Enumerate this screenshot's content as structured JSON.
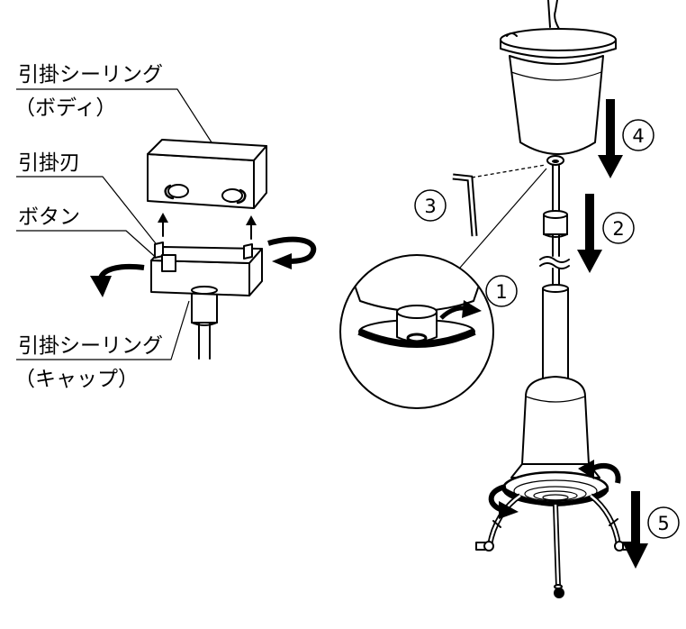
{
  "labels": {
    "ceiling_body": {
      "line1": "引掛シーリング",
      "line2": "（ボディ）"
    },
    "hook_blade": "引掛刃",
    "button": "ボタン",
    "ceiling_cap": {
      "line1": "引掛シーリング",
      "line2": "（キャップ）"
    }
  },
  "steps": [
    "1",
    "2",
    "3",
    "4",
    "5"
  ],
  "colors": {
    "ink": "#000000",
    "paper": "#ffffff"
  },
  "icons": {
    "rotate": "curved-rotate-arrow",
    "down": "bold-down-arrow",
    "up": "thin-up-arrow",
    "tool": "hex-key"
  }
}
